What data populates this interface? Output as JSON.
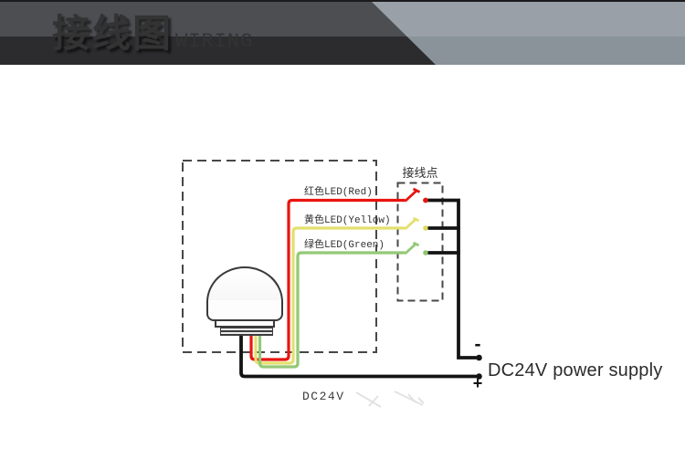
{
  "header": {
    "title_cn": "接线图",
    "title_en": "WIRING",
    "colors": {
      "band_dark_top": "#4c4e52",
      "band_dark_bottom": "#2c2c2f",
      "band_light_top": "#99a0a7",
      "band_light_bottom": "#8a929a"
    }
  },
  "diagram": {
    "connection_point_label": "接线点",
    "wire_labels": {
      "red": "红色LED(Red)",
      "yellow": "黄色LED(Yellow)",
      "green": "绿色LED(Green)"
    },
    "power": {
      "negative": "-",
      "positive": "+",
      "supply_label": "DC24V power supply",
      "input_label": "DC24V"
    },
    "colors": {
      "red_wire": "#e8150f",
      "yellow_wire": "#e3e06e",
      "green_wire": "#94c878",
      "black_wire": "#141414",
      "dashed_box": "#474747"
    }
  }
}
